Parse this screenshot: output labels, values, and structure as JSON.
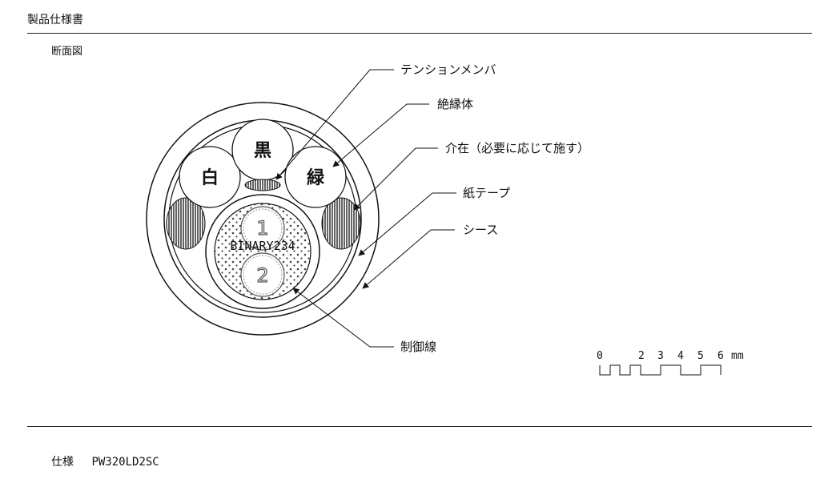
{
  "header": {
    "title": "製品仕様書"
  },
  "section": {
    "label": "断面図"
  },
  "callouts": {
    "tension_member": "テンションメンバ",
    "insulation": "絶縁体",
    "filler": "介在（必要に応じて施す）",
    "paper_tape": "紙テープ",
    "sheath": "シース",
    "control_wire": "制御線"
  },
  "cores": {
    "white": "白",
    "black": "黒",
    "green": "緑"
  },
  "control_pair": {
    "one": "1",
    "two": "2",
    "marking": "BINARY234"
  },
  "scale": {
    "ticks": [
      "0",
      "2",
      "3",
      "4",
      "5",
      "6"
    ],
    "unit": "mm"
  },
  "spec": {
    "label": "仕様",
    "value": "PW320LD2SC"
  }
}
